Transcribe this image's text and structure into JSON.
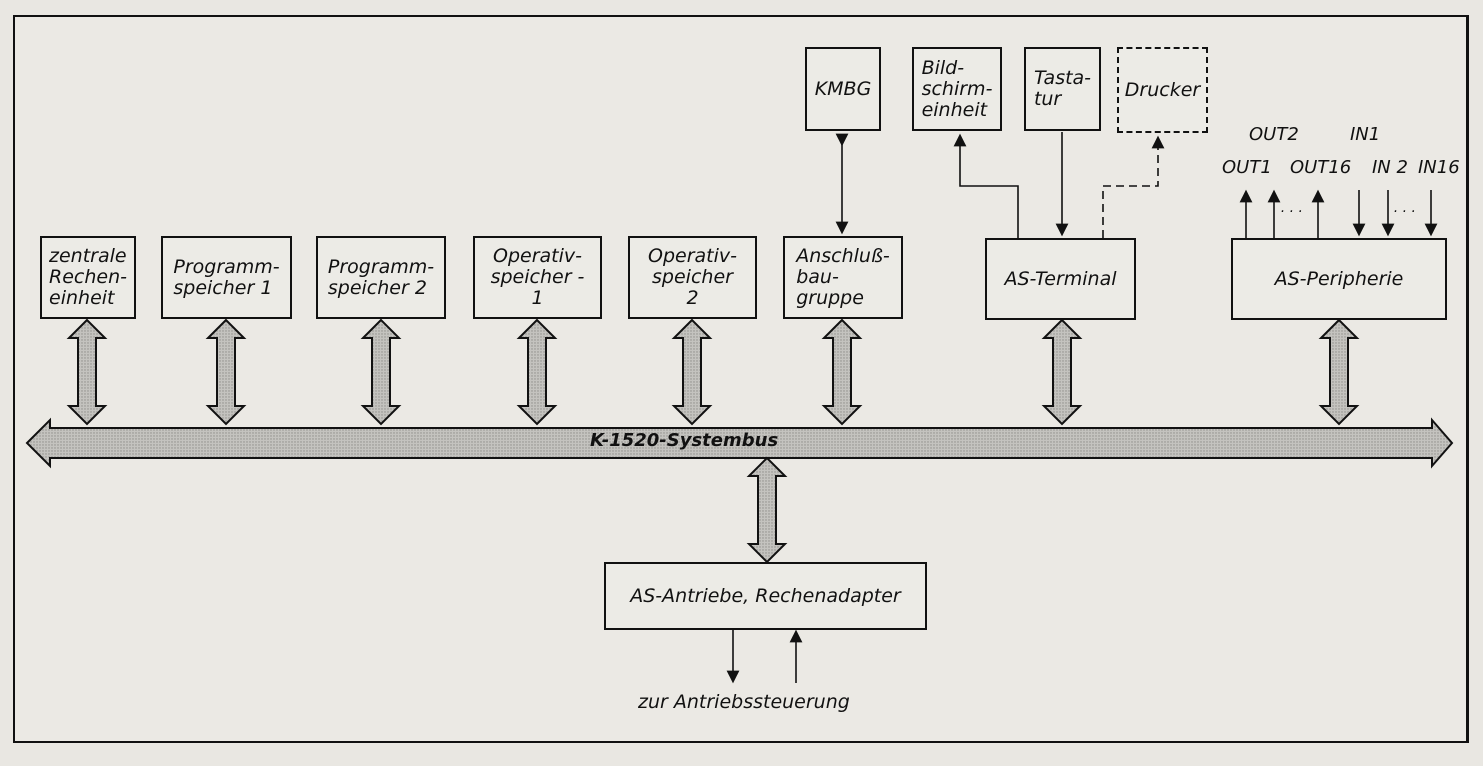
{
  "blocks": {
    "zentrale": "zentrale\nRechen-\neinheit",
    "programmspeicher1": "Programm-\nspeicher 1",
    "programmspeicher2": "Programm-\nspeicher 2",
    "operativspeicher1": "Operativ-\nspeicher -\n1",
    "operativspeicher2": "Operativ-\nspeicher\n2",
    "anschluss": "Anschluß-\nbau-\ngruppe",
    "kmbg": "KMBG",
    "bildschirm": "Bild-\nschirm-\neinheit",
    "tastatur": "Tasta-\ntur",
    "drucker": "Drucker",
    "terminal": "AS-Terminal",
    "peripherie": "AS-Peripherie",
    "antriebe": "AS-Antriebe, Rechenadapter"
  },
  "bus_label": "K-1520-Systembus",
  "io_labels": {
    "out2": "OUT2",
    "in1": "IN1",
    "out1": "OUT1",
    "out16": "OUT16",
    "in2": "IN 2",
    "in16": "IN16",
    "dots_out": "· · ·",
    "dots_in": "· · ·"
  },
  "bottom_label": "zur Antriebssteuerung",
  "colors": {
    "ink": "#111111",
    "arrow_fill": "#b9b8b4",
    "paper": "#ebe9e4"
  }
}
